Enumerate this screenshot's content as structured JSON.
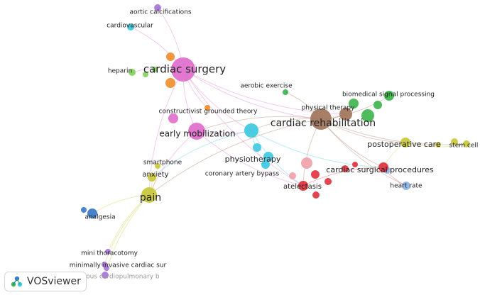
{
  "network": {
    "colors": {
      "red": "#e0313c",
      "green": "#3cb44b",
      "blue": "#3778c8",
      "olive": "#c8c83a",
      "purple": "#a774d8",
      "cyan": "#3cc8e0",
      "orange": "#f08c28",
      "brown": "#a0745a",
      "pink": "#e06ecc",
      "lightblue": "#8cb4e6",
      "salmon": "#f0a0a8",
      "lightgreen": "#82d25a"
    },
    "nodes": [
      {
        "id": "cardiac-surgery",
        "label": "cardiac surgery",
        "color": "pink"
      },
      {
        "id": "cardiac-rehabilitation",
        "label": "cardiac rehabilitation",
        "color": "brown"
      },
      {
        "id": "early-mobilization",
        "label": "early mobilization",
        "color": "pink"
      },
      {
        "id": "physiotherapy",
        "label": "physiotherapy",
        "color": "cyan"
      },
      {
        "id": "pain",
        "label": "pain",
        "color": "olive"
      },
      {
        "id": "aortic-calcifications",
        "label": "aortic calcifications",
        "color": "purple"
      },
      {
        "id": "cardiovascular",
        "label": "cardiovascular",
        "color": "cyan"
      },
      {
        "id": "heparin",
        "label": "heparin",
        "color": "lightgreen"
      },
      {
        "id": "aerobic-exercise",
        "label": "aerobic exercise",
        "color": "green"
      },
      {
        "id": "biomedical-signal-processing",
        "label": "biomedical signal processing",
        "color": "green"
      },
      {
        "id": "physical-therapy",
        "label": "physical therapy",
        "color": "brown"
      },
      {
        "id": "constructivist-grounded-theory",
        "label": "constructivist grounded theory",
        "color": "orange"
      },
      {
        "id": "postoperative-care",
        "label": "postoperative care",
        "color": "olive"
      },
      {
        "id": "stem-cell",
        "label": "stem cell",
        "color": "olive"
      },
      {
        "id": "smartphone",
        "label": "smartphone",
        "color": "olive"
      },
      {
        "id": "anxiety",
        "label": "anxiety",
        "color": "olive"
      },
      {
        "id": "cardiac-surgical-procedures",
        "label": "cardiac surgical procedures",
        "color": "red"
      },
      {
        "id": "coronary-artery-bypass",
        "label": "coronary artery bypass",
        "color": "cyan"
      },
      {
        "id": "atelectasis",
        "label": "atelectasis",
        "color": "red"
      },
      {
        "id": "heart-rate",
        "label": "heart rate",
        "color": "lightblue"
      },
      {
        "id": "analgesia",
        "label": "analgesia",
        "color": "blue"
      },
      {
        "id": "mini-thoracotomy",
        "label": "mini thoracotomy",
        "color": "purple"
      },
      {
        "id": "minimally-invasive-cardiac-sur",
        "label": "minimally invasive cardiac sur",
        "color": "purple"
      },
      {
        "id": "percutaneous-cardiopulmonary-b",
        "label": "percutaneous cardiopulmonary b",
        "color": "purple"
      }
    ],
    "edges": [
      [
        "cardiac-surgery",
        "cardiac-rehabilitation"
      ],
      [
        "cardiac-surgery",
        "early-mobilization"
      ],
      [
        "cardiac-surgery",
        "physiotherapy"
      ],
      [
        "cardiac-surgery",
        "aortic-calcifications"
      ],
      [
        "cardiac-surgery",
        "cardiovascular"
      ],
      [
        "cardiac-surgery",
        "heparin"
      ],
      [
        "cardiac-surgery",
        "physical-therapy"
      ],
      [
        "cardiac-surgery",
        "constructivist-grounded-theory"
      ],
      [
        "cardiac-surgery",
        "pain"
      ],
      [
        "cardiac-surgery",
        "atelectasis"
      ],
      [
        "cardiac-rehabilitation",
        "physiotherapy"
      ],
      [
        "cardiac-rehabilitation",
        "early-mobilization"
      ],
      [
        "cardiac-rehabilitation",
        "aerobic-exercise"
      ],
      [
        "cardiac-rehabilitation",
        "biomedical-signal-processing"
      ],
      [
        "cardiac-rehabilitation",
        "postoperative-care"
      ],
      [
        "cardiac-rehabilitation",
        "cardiac-surgical-procedures"
      ],
      [
        "cardiac-rehabilitation",
        "heart-rate"
      ],
      [
        "cardiac-rehabilitation",
        "atelectasis"
      ],
      [
        "cardiac-rehabilitation",
        "physical-therapy"
      ],
      [
        "cardiac-rehabilitation",
        "stem-cell"
      ],
      [
        "cardiac-rehabilitation",
        "pain"
      ],
      [
        "early-mobilization",
        "physiotherapy"
      ],
      [
        "early-mobilization",
        "pain"
      ],
      [
        "early-mobilization",
        "atelectasis"
      ],
      [
        "physiotherapy",
        "coronary-artery-bypass"
      ],
      [
        "physiotherapy",
        "atelectasis"
      ],
      [
        "physiotherapy",
        "anxiety"
      ],
      [
        "physiotherapy",
        "cardiac-surgical-procedures"
      ],
      [
        "pain",
        "analgesia"
      ],
      [
        "pain",
        "anxiety"
      ],
      [
        "pain",
        "mini-thoracotomy"
      ],
      [
        "pain",
        "minimally-invasive-cardiac-sur"
      ],
      [
        "pain",
        "percutaneous-cardiopulmonary-b"
      ],
      [
        "pain",
        "smartphone"
      ],
      [
        "postoperative-care",
        "stem-cell"
      ],
      [
        "postoperative-care",
        "cardiac-surgical-procedures"
      ],
      [
        "cardiac-surgical-procedures",
        "heart-rate"
      ],
      [
        "cardiac-surgical-procedures",
        "atelectasis"
      ]
    ],
    "extra_nodes": [
      {
        "color": "orange"
      },
      {
        "color": "orange"
      },
      {
        "color": "lightgreen"
      },
      {
        "color": "lightgreen"
      },
      {
        "color": "green"
      },
      {
        "color": "green"
      },
      {
        "color": "green"
      },
      {
        "color": "red"
      },
      {
        "color": "red"
      },
      {
        "color": "red"
      },
      {
        "color": "red"
      },
      {
        "color": "salmon"
      },
      {
        "color": "salmon"
      },
      {
        "color": "cyan"
      },
      {
        "color": "cyan"
      },
      {
        "color": "pink"
      },
      {
        "color": "olive"
      },
      {
        "color": "olive"
      },
      {
        "color": "purple"
      },
      {
        "color": "blue"
      },
      {
        "color": "lightblue"
      },
      {
        "color": "red"
      }
    ]
  },
  "badge": {
    "label": "VOSviewer"
  }
}
